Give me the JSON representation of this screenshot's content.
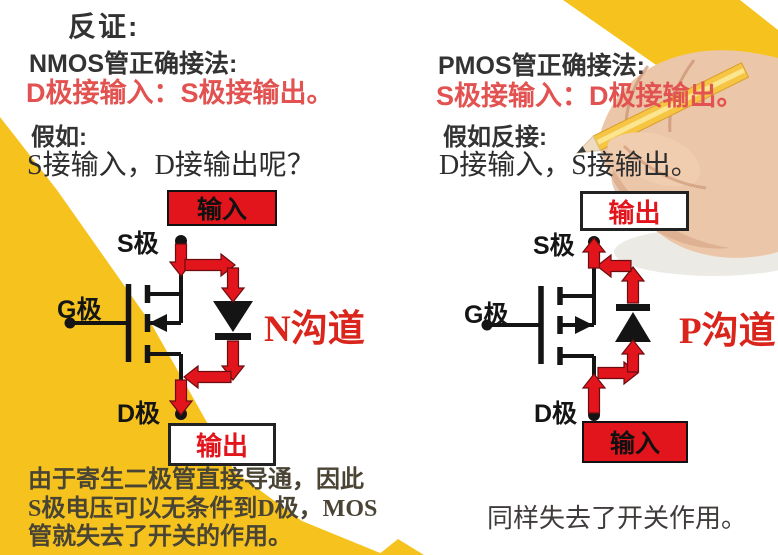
{
  "colors": {
    "yellow": "#F6C31E",
    "accent_red": "#E2141C",
    "soft_red": "#E25250",
    "channel_red": "#DA251C",
    "ink": "#333333",
    "ink_on_yellow": "#4A4434"
  },
  "title": "反证:",
  "nmos": {
    "heading": "NMOS管正确接法:",
    "rule": "D极接输入：S极接输出。",
    "if_label": "假如:",
    "question": "S接输入，D接输出呢？",
    "input_label": "输入",
    "output_label": "输出",
    "s_label": "S极",
    "g_label": "G极",
    "d_label": "D极",
    "channel_label": "N沟道",
    "conclusion_lines": [
      "由于寄生二极管直接导通，因此",
      "S极电压可以无条件到D极，MOS",
      "管就失去了开关的作用。"
    ]
  },
  "pmos": {
    "heading": "PMOS管正确接法:",
    "rule": "S极接输入：D极接输出。",
    "if_label": "假如反接:",
    "statement": "D接输入，S接输出。",
    "input_label": "输入",
    "output_label": "输出",
    "s_label": "S极",
    "g_label": "G极",
    "d_label": "D极",
    "channel_label": "P沟道",
    "conclusion": "同样失去了开关作用。"
  }
}
